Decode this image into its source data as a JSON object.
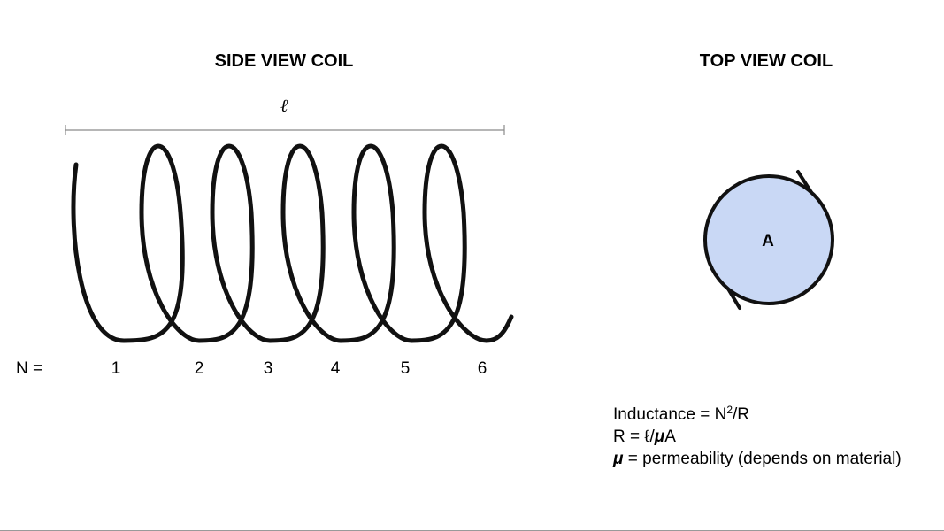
{
  "side_view": {
    "title": "SIDE VIEW COIL",
    "length_label": "ℓ",
    "n_prefix": "N =",
    "turn_labels": [
      "1",
      "2",
      "3",
      "4",
      "5",
      "6"
    ]
  },
  "top_view": {
    "title": "TOP VIEW COIL",
    "area_label": "A",
    "fill_color": "#c9d8f5"
  },
  "formulas": {
    "inductance_prefix": "Inductance = N",
    "inductance_exponent": "2",
    "inductance_suffix": "/R",
    "reluctance_prefix": "R = ℓ/",
    "reluctance_mu": "μ",
    "reluctance_suffix": "A",
    "permeability_mu": "μ",
    "permeability_text": " = permeability (depends on material)"
  }
}
